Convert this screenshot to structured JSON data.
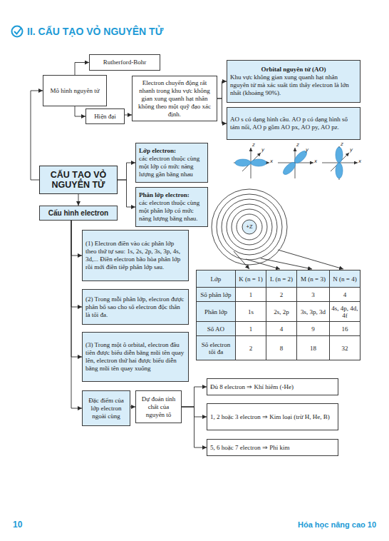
{
  "diagram": {
    "title": "II. CẤU TẠO VỎ NGUYÊN TỬ",
    "nodes": [
      {
        "text": [
          "Mô hình nguyên tử"
        ]
      },
      {
        "text": [
          "Rutherford-Bohr"
        ]
      },
      {
        "text": [
          "Hiện đại"
        ]
      },
      {
        "text": [
          "Electron chuyển động rất nhanh trong khu vực không gian xung quanh hạt nhân không theo một quỹ đạo xác định."
        ]
      },
      {
        "text": [
          "Orbital nguyên tử (AO)",
          "Khu vực không gian xung quanh hạt nhân nguyên tử mà xác suất tìm thấy electron là lớn nhất (khoảng 90%)."
        ]
      },
      {
        "text": [
          "AO s có dạng hình cầu. AO p có dạng hình số tám nổi, AO p gồm AO px, AO py, AO pz."
        ]
      },
      {
        "text": [
          "CẤU TẠO VỎ NGUYÊN TỬ"
        ]
      },
      {
        "text": [
          "Lớp electron:",
          "các electron thuộc cùng một lớp có mức năng lượng gần bằng nhau"
        ]
      },
      {
        "text": [
          "Phân lớp electron:",
          "các electron thuộc cùng một phân lớp có mức năng lượng bằng nhau."
        ]
      },
      {
        "text": [
          "Cấu hình electron"
        ]
      },
      {
        "text": [
          "(1) Electron điền vào các phân lớp theo thứ tự sau: 1s, 2s, 2p, 3s, 3p, 4s, 3d,... Điền electron bão hòa phân lớp rồi mới điền tiếp phân lớp sau."
        ]
      },
      {
        "text": [
          "(2) Trong mỗi phân lớp, electron được phân bố sao cho số electron độc thân là tối đa."
        ]
      },
      {
        "text": [
          "(3) Trong một ô orbital, electron đầu tiên được biểu diễn bằng mũi tên quay lên, electron thứ hai được biểu diễn bằng mũi tên quay xuống"
        ]
      },
      {
        "text": [
          "Đặc điểm của lớp electron ngoài cùng"
        ]
      },
      {
        "text": [
          "Dự đoán tính chất của nguyên tố"
        ]
      },
      {
        "text": [
          "Đủ 8 electron ⇒ Khí hiếm (-He)"
        ]
      },
      {
        "text": [
          "1, 2 hoặc 3 electron ⇒ Kim loại (trừ H, He, B)"
        ]
      },
      {
        "text": [
          "5, 6 hoặc 7 electron ⇒ Phi kim"
        ]
      }
    ],
    "edges": [
      {
        "from": 0,
        "to": 1,
        "arrow": "to"
      },
      {
        "from": 0,
        "to": 2,
        "arrow": "to"
      },
      {
        "from": 2,
        "to": 3,
        "arrow": "to"
      },
      {
        "from": 3,
        "to": 4,
        "arrow": "to"
      },
      {
        "from": 3,
        "to": 5,
        "arrow": "to"
      },
      {
        "from": 6,
        "to": 0,
        "arrow": "to"
      },
      {
        "from": 6,
        "to": 7,
        "arrow": "to"
      },
      {
        "from": 6,
        "to": 8,
        "arrow": "to"
      },
      {
        "from": 6,
        "to": 9,
        "arrow": "to"
      },
      {
        "from": 9,
        "to": 10,
        "arrow": "to"
      },
      {
        "from": 9,
        "to": 11,
        "arrow": "to"
      },
      {
        "from": 9,
        "to": 12,
        "arrow": "to"
      },
      {
        "from": 9,
        "to": 13,
        "arrow": "to"
      },
      {
        "from": 13,
        "to": 14,
        "arrow": "to"
      },
      {
        "from": 14,
        "to": 15,
        "arrow": "to"
      },
      {
        "from": 14,
        "to": 16,
        "arrow": "to"
      },
      {
        "from": 14,
        "to": 17,
        "arrow": "to"
      }
    ],
    "labels": [
      "Lớp",
      "K (n = 1)",
      "L (n = 2)",
      "M (n = 3)",
      "N (n = 4)",
      "Số phân lớp",
      "1",
      "2",
      "3",
      "4",
      "Phân lớp",
      "1s",
      "2s, 2p",
      "3s, 3p, 3d",
      "4s, 4p, 4d, 4f",
      "Số AO",
      "1",
      "4",
      "9",
      "16",
      "Số electron tối đa",
      "2",
      "8",
      "18",
      "32",
      "+Z",
      "z",
      "y",
      "x",
      "z",
      "y",
      "x",
      "z",
      "y",
      "x",
      "10",
      "Hóa học nâng cao 10"
    ]
  }
}
